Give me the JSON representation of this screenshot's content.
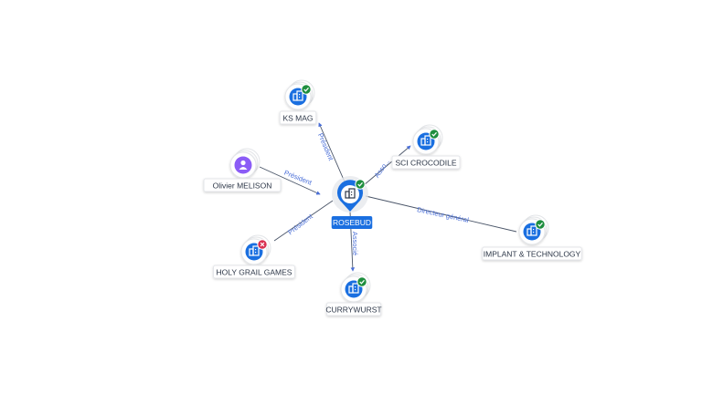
{
  "center": {
    "label": "ROSEBUD",
    "status": "active"
  },
  "nodes": [
    {
      "id": "ks-mag",
      "label": "KS MAG",
      "type": "company",
      "status": "active",
      "relation": "Président"
    },
    {
      "id": "sci-crocodile",
      "label": "SCI CROCODILE",
      "type": "company",
      "status": "active",
      "relation": "Asso..."
    },
    {
      "id": "olivier-melison",
      "label": "Olivier MELISON",
      "type": "person",
      "status": "none",
      "relation": "Président"
    },
    {
      "id": "implant-technology",
      "label": "IMPLANT & TECHNOLOGY",
      "type": "company",
      "status": "active",
      "relation": "Directeur général"
    },
    {
      "id": "holy-grail-games",
      "label": "HOLY GRAIL GAMES",
      "type": "company",
      "status": "closed",
      "relation": "Président"
    },
    {
      "id": "currywurst",
      "label": "CURRYWURST",
      "type": "company",
      "status": "active",
      "relation": "Associé"
    }
  ],
  "colors": {
    "primary": "#1a6fe0",
    "active_badge": "#1e8e3e",
    "closed_badge": "#d93051",
    "person": "#8b5cf6",
    "edge": "#4a5568",
    "edge_label": "#4a6fd8"
  },
  "icons": {
    "company": "building-icon",
    "person": "person-icon",
    "active": "check-badge-icon",
    "closed": "cross-badge-icon"
  }
}
